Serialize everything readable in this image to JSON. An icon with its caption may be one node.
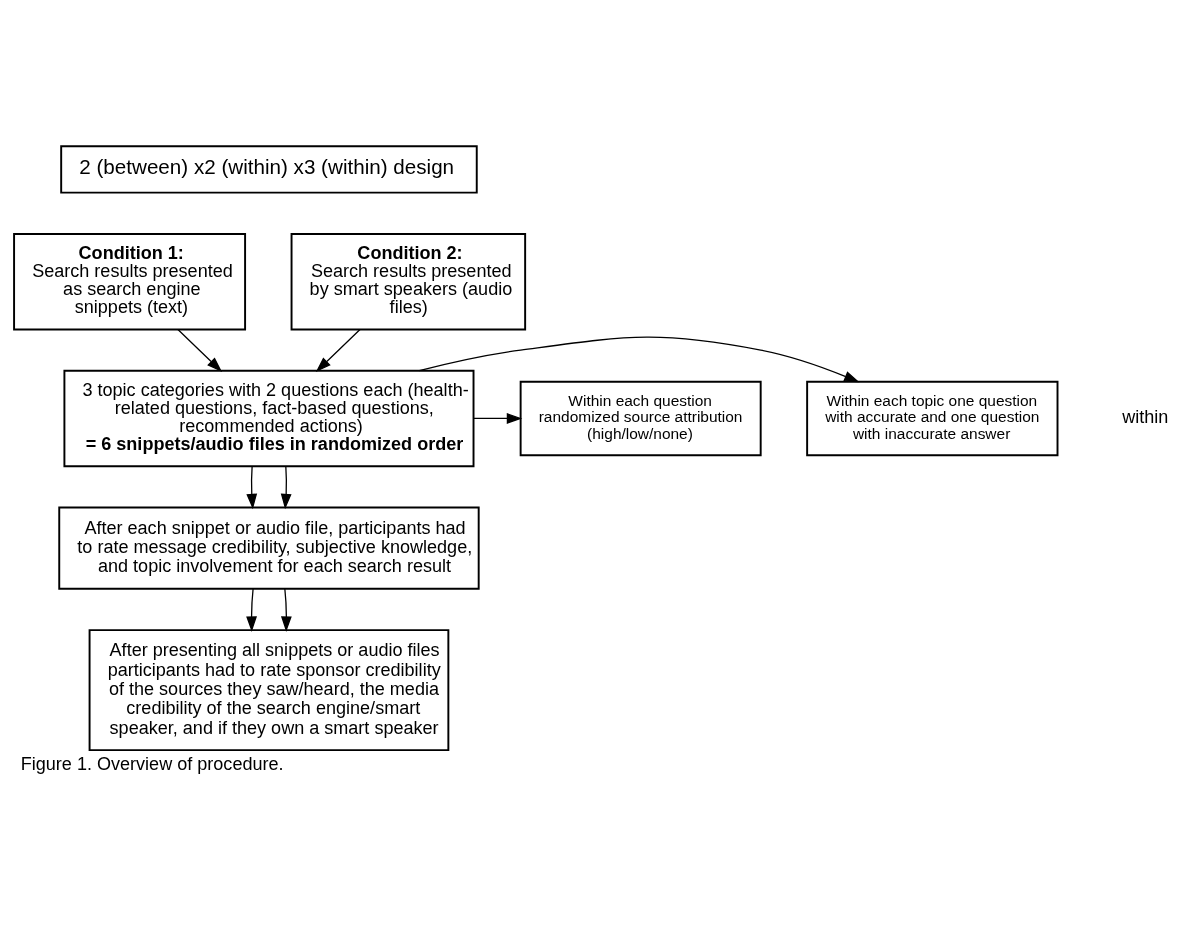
{
  "diagram": {
    "caption": "Figure 1. Overview of procedure.",
    "nodes": [
      {
        "text": [
          "2 (between) x2 (within) x3 (within) design"
        ]
      },
      {
        "text": [
          "Condition 1:",
          "Search results presented as search engine snippets (text)"
        ]
      },
      {
        "text": [
          "Condition 2:",
          "Search results presented by smart speakers (audio files)"
        ]
      },
      {
        "text": [
          "3 topic categories with 2 questions each (health-related questions, fact-based questions, recommended actions)",
          "= 6 snippets/audio files in randomized order"
        ]
      },
      {
        "text": [
          "Within each topic one question with accurate and one question with inaccurate answer"
        ]
      },
      {
        "text": [
          "Within each question randomized source attribution (high/low/none)"
        ]
      },
      {
        "text": [
          "After each snippet or audio file, participants had to rate message credibility, subjective knowledge, and topic involvement for each search result"
        ]
      },
      {
        "text": [
          "After presenting all snippets or audio files participants had to rate sponsor credibility of the sources they saw/heard, the media credibility of the search engine/smart speaker, and if they own a smart speaker"
        ]
      }
    ],
    "edges": [
      {
        "from": 1,
        "to": 3,
        "arrow": "to"
      },
      {
        "from": 2,
        "to": 3,
        "arrow": "to"
      },
      {
        "from": 3,
        "to": 4,
        "arrow": "to"
      },
      {
        "from": 3,
        "to": 5,
        "arrow": "to"
      },
      {
        "from": 3,
        "to": 6,
        "arrow": "to"
      },
      {
        "from": 3,
        "to": 6,
        "arrow": "to"
      },
      {
        "from": 6,
        "to": 7,
        "arrow": "to"
      },
      {
        "from": 6,
        "to": 7,
        "arrow": "to"
      }
    ],
    "labels": [
      "within"
    ]
  }
}
